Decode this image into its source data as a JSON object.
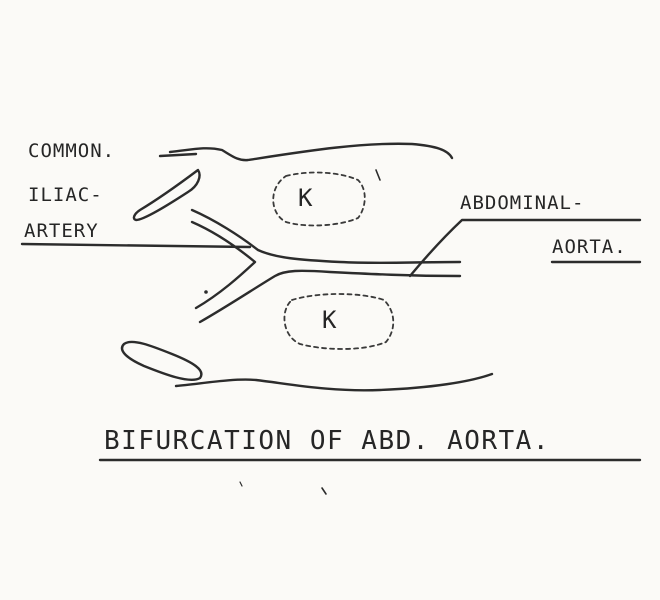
{
  "labels": {
    "common": "COMMON.",
    "iliac": "ILIAC-",
    "artery": "ARTERY",
    "abdominal": "ABDOMINAL-",
    "aorta": "AORTA.",
    "kidney_upper": "K",
    "kidney_lower": "K",
    "title": "BIFURCATION OF ABD. AORTA."
  },
  "colors": {
    "ink": "#2c2c2c",
    "paper": "#fbfaf7"
  }
}
